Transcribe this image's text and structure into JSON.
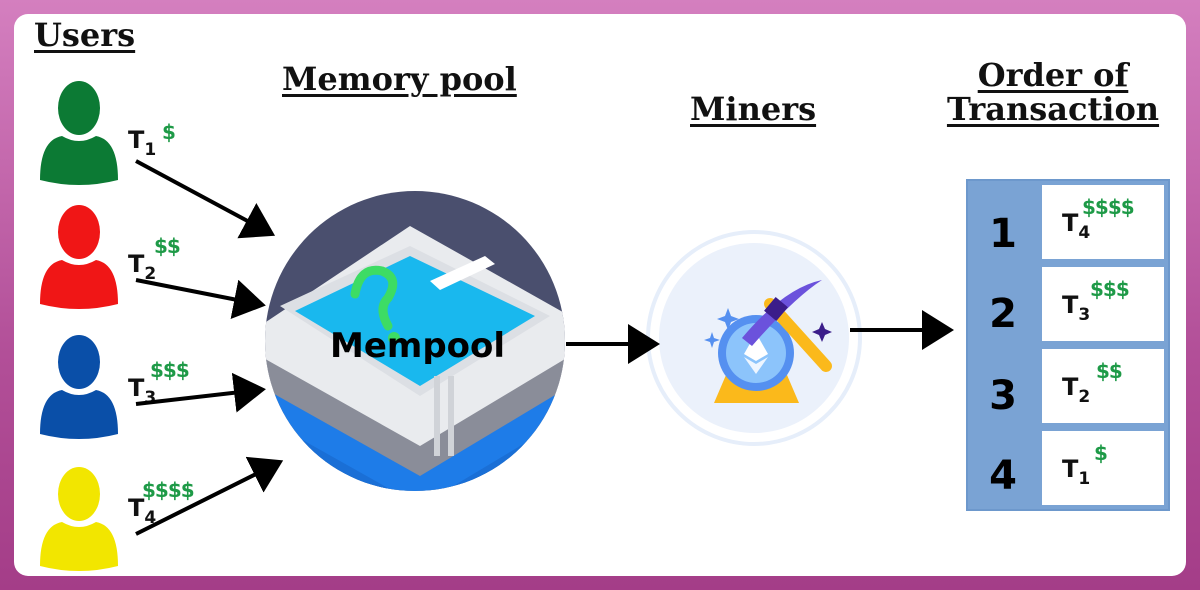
{
  "headings": {
    "users": "Users",
    "memory_pool": "Memory pool",
    "miners": "Miners",
    "order_line1": "Order of",
    "order_line2": "Transaction"
  },
  "users": [
    {
      "tx": "T",
      "sub": "1",
      "fee": "$",
      "color": "#0c7a34"
    },
    {
      "tx": "T",
      "sub": "2",
      "fee": "$$",
      "color": "#f01616"
    },
    {
      "tx": "T",
      "sub": "3",
      "fee": "$$$",
      "color": "#0a4fa8"
    },
    {
      "tx": "T",
      "sub": "4",
      "fee": "$$$$",
      "color": "#f2e600"
    }
  ],
  "mempool": {
    "label": "Mempool",
    "icon": "question-mark-icon"
  },
  "miner": {
    "icon": "pickaxe-ethereum-icon"
  },
  "order": [
    {
      "rank": "1",
      "tx": "T",
      "sub": "4",
      "fee": "$$$$"
    },
    {
      "rank": "2",
      "tx": "T",
      "sub": "3",
      "fee": "$$$"
    },
    {
      "rank": "3",
      "tx": "T",
      "sub": "2",
      "fee": "$$"
    },
    {
      "rank": "4",
      "tx": "T",
      "sub": "1",
      "fee": "$"
    }
  ],
  "colors": {
    "fee_green": "#1e9a47",
    "table_blue": "#7aa3d4",
    "frame_magenta": "#b24f98"
  }
}
